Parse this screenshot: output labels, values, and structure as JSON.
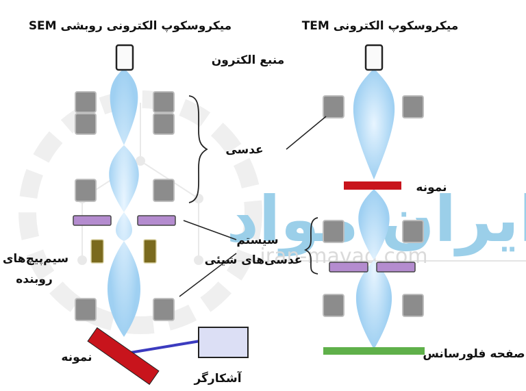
{
  "titles": {
    "sem": "میکروسکوپ الکترونی روبشی SEM",
    "tem": "میکروسکوپ الکترونی  TEM"
  },
  "labels": {
    "electron_source": "منبع الکترون",
    "lens": "عدسی",
    "objective_line1": "سیستم",
    "objective_line2": "عدسی‌های شیئی",
    "scan_coils_line1": "سیم‌پیچ‌های",
    "scan_coils_line2": "روبنده",
    "sample_sem": "نمونه",
    "detector": "آشکارگر",
    "sample_tem": "نمونه",
    "fluorescent_screen": "صفحه فلورسانس"
  },
  "watermark": {
    "logo_text": "ایران مواد",
    "url": "iran-mavad.com"
  },
  "colors": {
    "beam": "#a9d6f5",
    "lens_block": "#8c8c8c",
    "aperture_plate": "#b48ccf",
    "scan_coil": "#7a6a1e",
    "sample_red": "#c8141c",
    "detector_fill": "#dcdff5",
    "detector_beam": "#3b3bbf",
    "screen_green": "#5fb04a",
    "watermark": "#4aa8d8"
  }
}
